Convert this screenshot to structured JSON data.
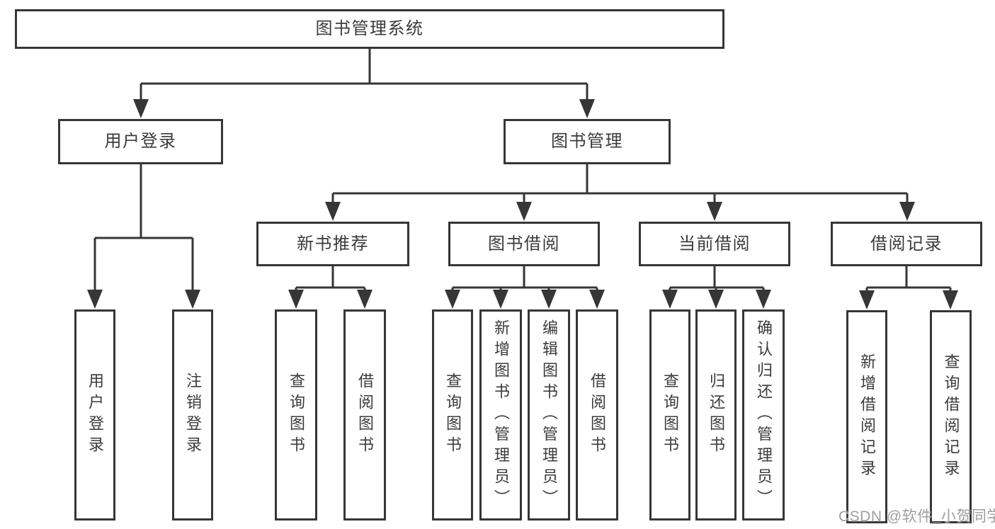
{
  "diagram": {
    "title": "图书管理系统",
    "root": {
      "label": "图书管理系统"
    },
    "level2": [
      {
        "id": "user-login",
        "label": "用户登录"
      },
      {
        "id": "book-management",
        "label": "图书管理"
      }
    ],
    "level3": [
      {
        "id": "new-book-recommendation",
        "label": "新书推荐"
      },
      {
        "id": "book-borrowing",
        "label": "图书借阅"
      },
      {
        "id": "current-borrowing",
        "label": "当前借阅"
      },
      {
        "id": "borrowing-records",
        "label": "借阅记录"
      }
    ],
    "leaves": [
      {
        "parent": "user-login",
        "label": "用户登录"
      },
      {
        "parent": "user-login",
        "label": "注销登录"
      },
      {
        "parent": "new-book-recommendation",
        "label": "查询图书"
      },
      {
        "parent": "new-book-recommendation",
        "label": "借阅图书"
      },
      {
        "parent": "book-borrowing",
        "label": "查询图书"
      },
      {
        "parent": "book-borrowing",
        "label": "新增图书（管理员）"
      },
      {
        "parent": "book-borrowing",
        "label": "编辑图书（管理员）"
      },
      {
        "parent": "book-borrowing",
        "label": "借阅图书"
      },
      {
        "parent": "current-borrowing",
        "label": "查询图书"
      },
      {
        "parent": "current-borrowing",
        "label": "归还图书"
      },
      {
        "parent": "current-borrowing",
        "label": "确认归还（管理员）"
      },
      {
        "parent": "borrowing-records",
        "label": "新增借阅记录"
      },
      {
        "parent": "borrowing-records",
        "label": "查询借阅记录"
      }
    ]
  },
  "watermark": {
    "text": "CSDN @软件_小贺同学"
  },
  "colors": {
    "line": "#363636",
    "text": "#3b3b3b",
    "watermark_text": "#9e9e9e",
    "background": "#ffffff"
  }
}
